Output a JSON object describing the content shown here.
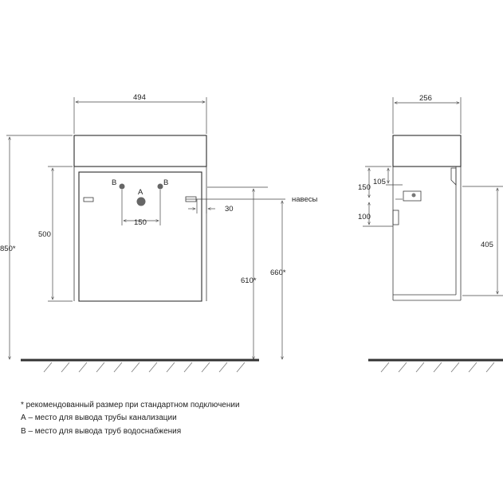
{
  "dimensions": {
    "front_width": "494",
    "side_depth": "256",
    "total_height": "850*",
    "cabinet_height": "500",
    "pipe_spacing": "150",
    "hinge_offset": "30",
    "height_610": "610*",
    "height_660": "660*",
    "side_150": "150",
    "side_105": "105",
    "side_100": "100",
    "side_405": "405"
  },
  "labels": {
    "pipe_b_left": "B",
    "pipe_b_right": "B",
    "pipe_a": "A",
    "hinges": "навесы"
  },
  "notes": [
    "* рекомендованный размер при стандартном подключении",
    "А – место для вывода трубы канализации",
    "В – место для вывода труб водоснабжения"
  ]
}
